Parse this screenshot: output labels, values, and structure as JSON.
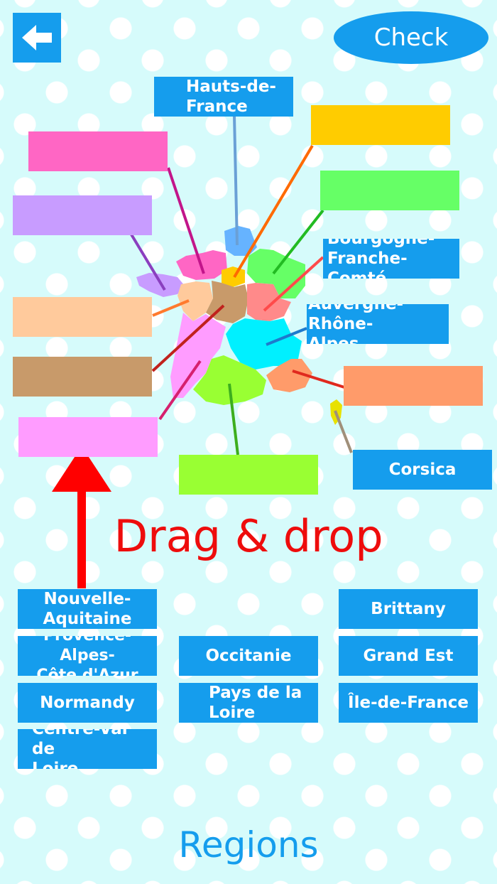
{
  "header": {
    "back_icon": "arrow-left-icon",
    "check_label": "Check"
  },
  "map": {
    "labels": {
      "hauts_de_france": "Hauts-de-\nFrance",
      "bourgogne": "Bourgogne-\nFranche-Comté",
      "auvergne": "Auvergne-Rhône-\nAlpes",
      "corsica": "Corsica"
    },
    "slot_colors": {
      "pink": "#ff66c4",
      "lilac": "#c89cff",
      "peach": "#ffca9c",
      "tan": "#c89a6a",
      "light_pink": "#ff9cff",
      "yellow": "#ffcc00",
      "green": "#66ff66",
      "orange": "#ff9b6a",
      "lime": "#99ff33"
    }
  },
  "instruction": "Drag & drop",
  "tiles": {
    "nouvelle_aquitaine": "Nouvelle-\nAquitaine",
    "provence": "Provence-Alpes-\nCôte d'Azur",
    "normandy": "Normandy",
    "centre_val_de_loire": "Centre-Val de\nLoire",
    "occitanie": "Occitanie",
    "pays_de_la_loire": "Pays de la\nLoire",
    "brittany": "Brittany",
    "grand_est": "Grand Est",
    "ile_de_france": "Île-de-France"
  },
  "footer": {
    "title": "Regions"
  }
}
